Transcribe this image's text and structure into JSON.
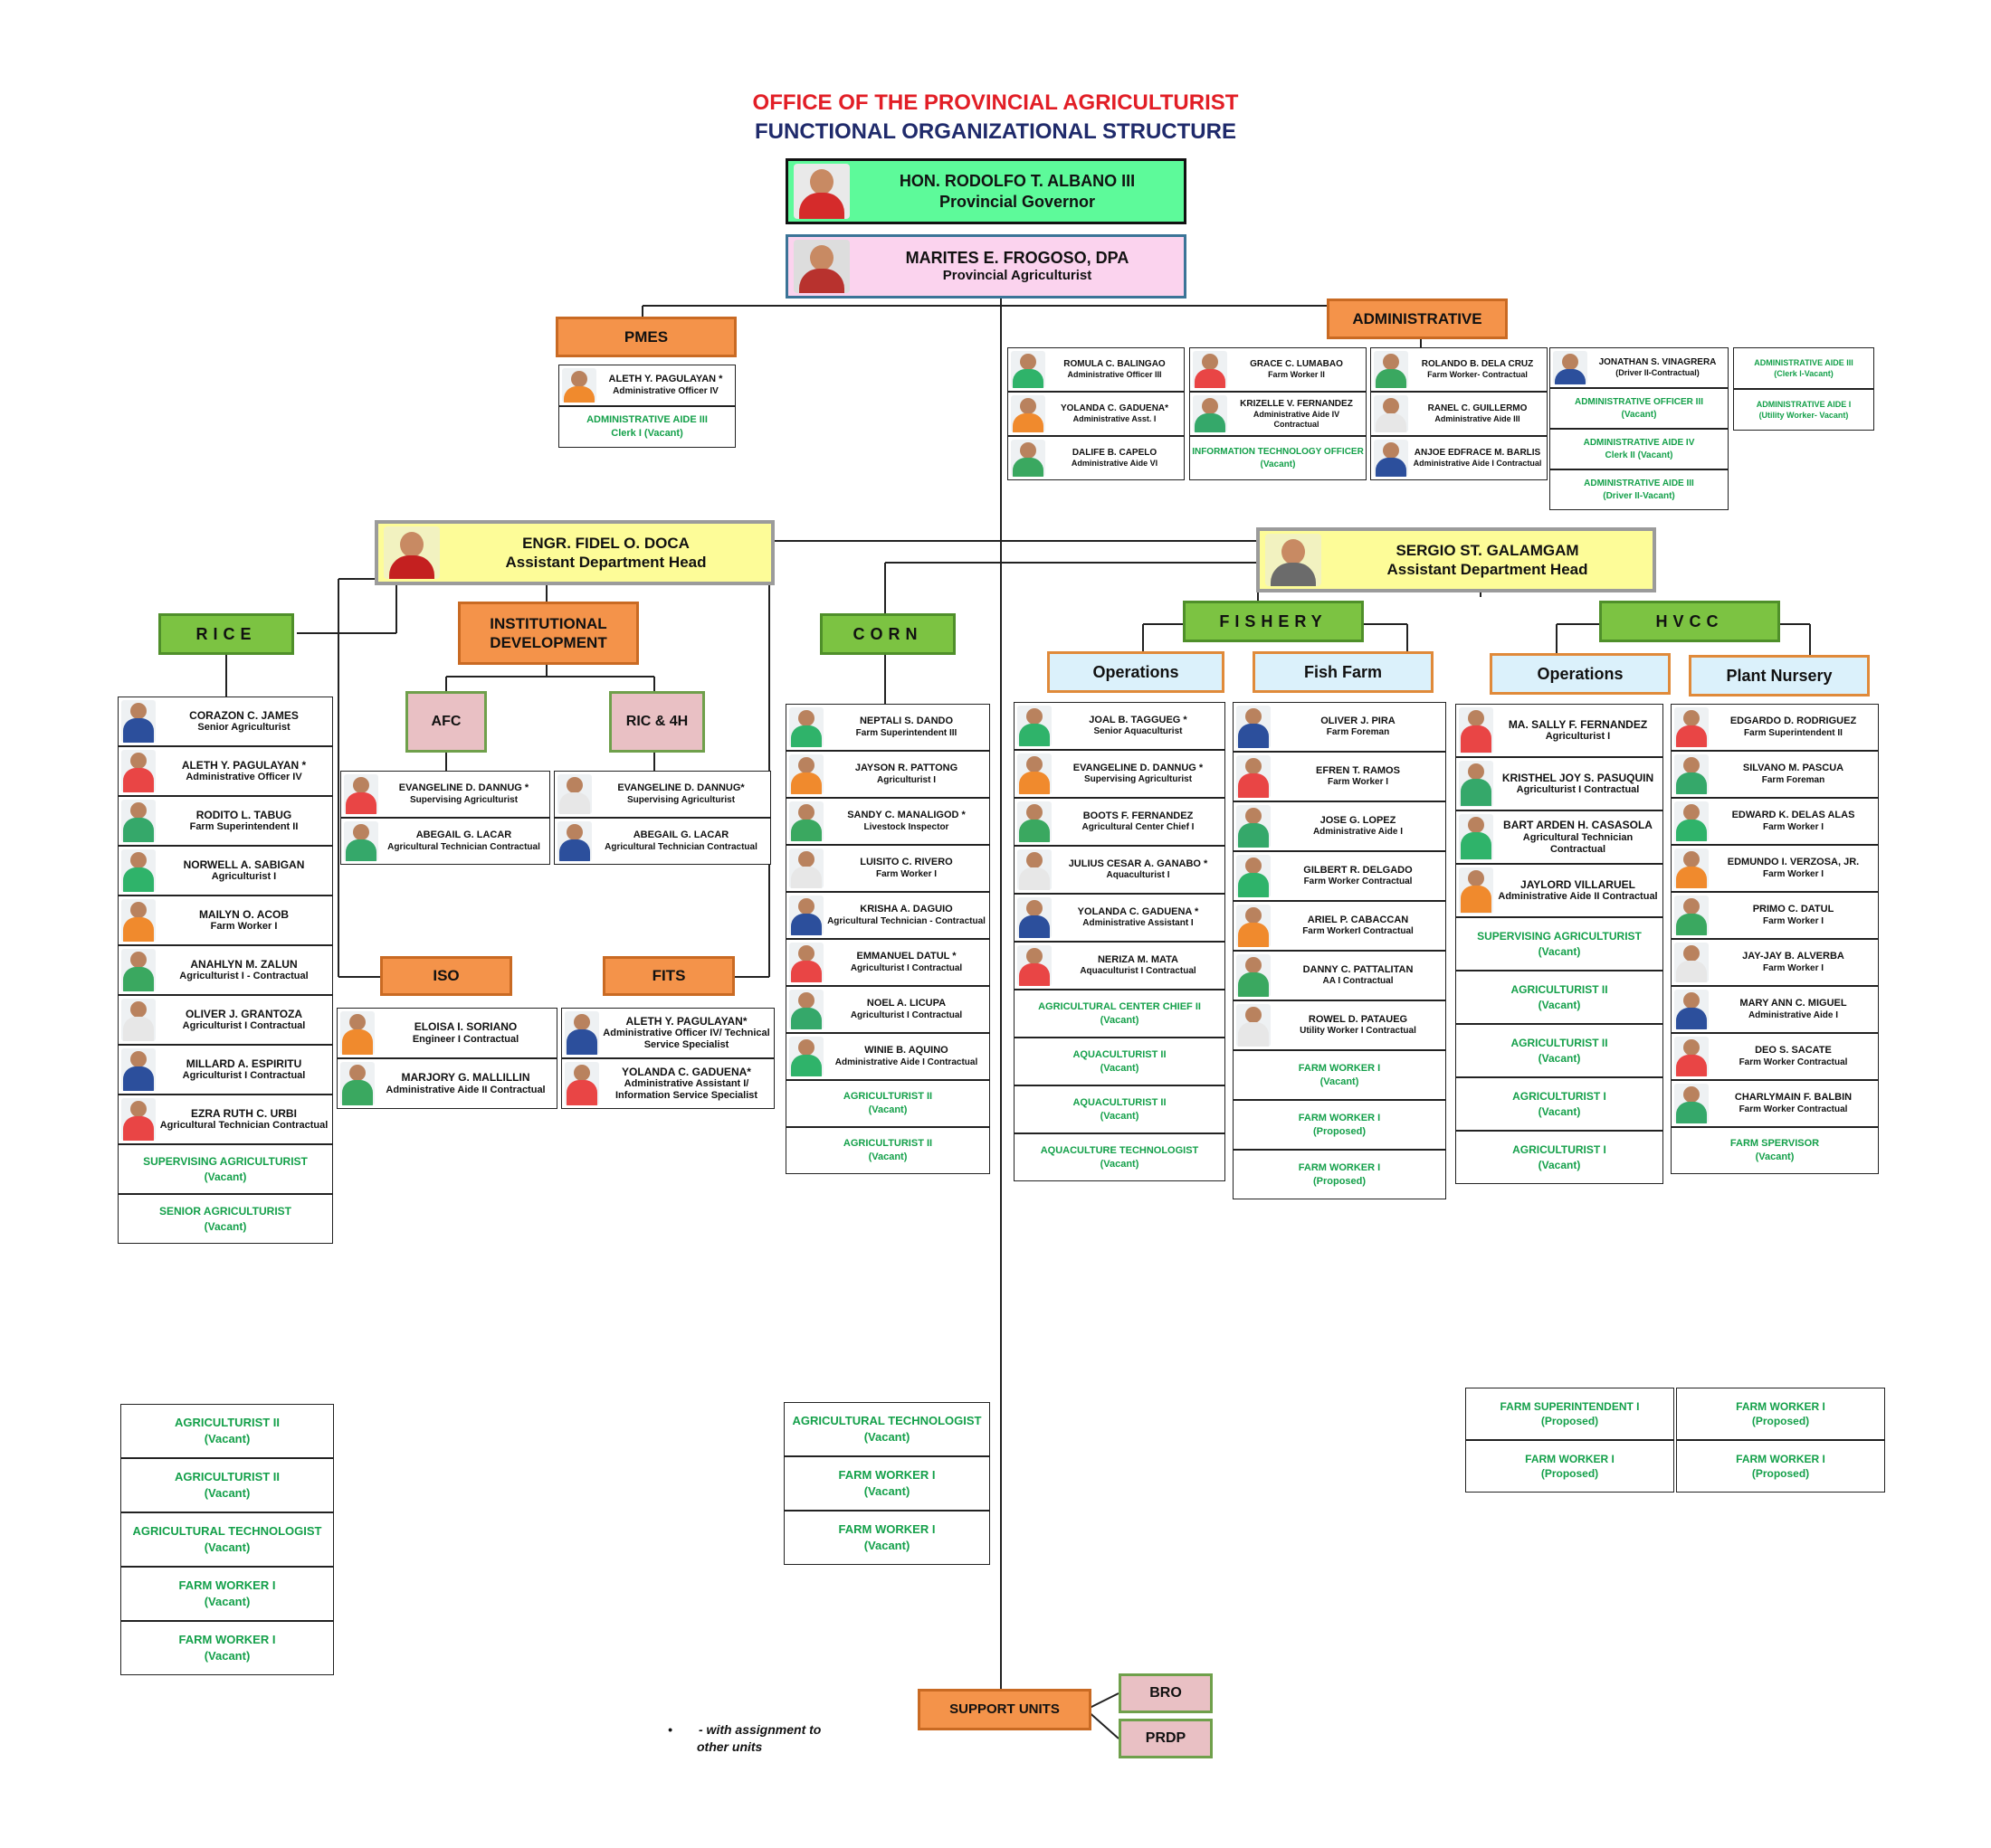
{
  "title": {
    "line1": "OFFICE OF THE PROVINCIAL AGRICULTURIST",
    "line2": "FUNCTIONAL ORGANIZATIONAL STRUCTURE"
  },
  "colors": {
    "orange": "#f4934a",
    "green": "#7cc342",
    "vacant_text": "#14a04a",
    "title_red": "#e21e26",
    "title_navy": "#1f2a6b",
    "yellow": "#fdfc98",
    "governor": "#5dfa9a",
    "agriculturist": "#fbd3ee",
    "light_blue": "#dbf1fb",
    "pink": "#e9c0c4"
  },
  "governor": {
    "name": "HON. RODOLFO T. ALBANO III",
    "position": "Provincial Governor"
  },
  "agriculturist": {
    "name": "MARITES E. FROGOSO, DPA",
    "position": "Provincial Agriculturist"
  },
  "heads": {
    "doca": {
      "name": "ENGR. FIDEL O. DOCA",
      "position": "Assistant Department Head"
    },
    "galamgam": {
      "name": "SERGIO ST. GALAMGAM",
      "position": "Assistant Department Head"
    }
  },
  "units": {
    "pmes": "PMES",
    "administrative": "ADMINISTRATIVE",
    "rice": "RICE",
    "instdev": "INSTITUTIONAL DEVELOPMENT",
    "afc": "AFC",
    "ric": "RIC & 4H",
    "iso": "ISO",
    "fits": "FITS",
    "corn": "CORN",
    "fishery": "FISHERY",
    "hvcc": "HVCC",
    "fish_ops": "Operations",
    "fish_farm": "Fish Farm",
    "hvcc_ops": "Operations",
    "plant_nursery": "Plant Nursery",
    "support": "SUPPORT UNITS",
    "bro": "BRO",
    "prdp": "PRDP"
  },
  "pmes": [
    {
      "n": "ALETH Y. PAGULAYAN *",
      "p": "Administrative Officer IV"
    },
    {
      "v": "ADMINISTRATIVE AIDE III",
      "s": "Clerk I (Vacant)"
    }
  ],
  "admin_cols": [
    [
      {
        "n": "ROMULA C. BALINGAO",
        "p": "Administrative Officer III"
      },
      {
        "n": "YOLANDA C. GADUENA*",
        "p": "Administrative Asst. I"
      },
      {
        "n": "DALIFE B. CAPELO",
        "p": "Administrative Aide VI"
      }
    ],
    [
      {
        "n": "GRACE C. LUMABAO",
        "p": "Farm Worker II"
      },
      {
        "n": "KRIZELLE V. FERNANDEZ",
        "p": "Administrative Aide IV Contractual"
      },
      {
        "v": "INFORMATION TECHNOLOGY OFFICER",
        "s": "(Vacant)"
      }
    ],
    [
      {
        "n": "ROLANDO B. DELA CRUZ",
        "p": "Farm Worker- Contractual"
      },
      {
        "n": "RANEL C. GUILLERMO",
        "p": "Administrative Aide III"
      },
      {
        "n": "ANJOE EDFRACE M. BARLIS",
        "p": "Administrative Aide I Contractual"
      }
    ],
    [
      {
        "n": "JONATHAN S. VINAGRERA",
        "p": "(Driver II-Contractual)"
      },
      {
        "v": "ADMINISTRATIVE OFFICER III",
        "s": "(Vacant)"
      },
      {
        "v": "ADMINISTRATIVE AIDE IV",
        "s": "Clerk II (Vacant)"
      },
      {
        "v": "ADMINISTRATIVE AIDE III",
        "s": "(Driver II-Vacant)"
      }
    ],
    [
      {
        "v": "ADMINISTRATIVE AIDE III",
        "s": "(Clerk I-Vacant)"
      },
      {
        "v": "ADMINISTRATIVE AIDE I",
        "s": "(Utility Worker- Vacant)"
      }
    ]
  ],
  "rice": [
    {
      "n": "CORAZON C. JAMES",
      "p": "Senior Agriculturist"
    },
    {
      "n": "ALETH Y. PAGULAYAN *",
      "p": "Administrative Officer IV"
    },
    {
      "n": "RODITO L. TABUG",
      "p": "Farm Superintendent II"
    },
    {
      "n": "NORWELL A. SABIGAN",
      "p": "Agriculturist I"
    },
    {
      "n": "MAILYN O. ACOB",
      "p": "Farm Worker I"
    },
    {
      "n": "ANAHLYN M. ZALUN",
      "p": "Agriculturist I - Contractual"
    },
    {
      "n": "OLIVER J. GRANTOZA",
      "p": "Agriculturist I Contractual"
    },
    {
      "n": "MILLARD A. ESPIRITU",
      "p": "Agriculturist I Contractual"
    },
    {
      "n": "EZRA RUTH C. URBI",
      "p": "Agricultural Technician Contractual"
    },
    {
      "v": "SUPERVISING AGRICULTURIST",
      "s": "(Vacant)"
    },
    {
      "v": "SENIOR AGRICULTURIST",
      "s": "(Vacant)"
    }
  ],
  "rice_bottom": [
    {
      "v": "AGRICULTURIST II",
      "s": "(Vacant)"
    },
    {
      "v": "AGRICULTURIST II",
      "s": "(Vacant)"
    },
    {
      "v": "AGRICULTURAL TECHNOLOGIST",
      "s": "(Vacant)"
    },
    {
      "v": "FARM WORKER I",
      "s": "(Vacant)"
    },
    {
      "v": "FARM WORKER I",
      "s": "(Vacant)"
    }
  ],
  "afc": [
    {
      "n": "EVANGELINE D. DANNUG *",
      "p": "Supervising Agriculturist"
    },
    {
      "n": "ABEGAIL G. LACAR",
      "p": "Agricultural Technician Contractual"
    }
  ],
  "ric": [
    {
      "n": "EVANGELINE D. DANNUG*",
      "p": "Supervising Agriculturist"
    },
    {
      "n": "ABEGAIL G. LACAR",
      "p": "Agricultural Technician Contractual"
    }
  ],
  "iso": [
    {
      "n": "ELOISA I. SORIANO",
      "p": "Engineer I Contractual"
    },
    {
      "n": "MARJORY G. MALLILLIN",
      "p": "Administrative Aide II Contractual"
    }
  ],
  "fits": [
    {
      "n": "ALETH Y. PAGULAYAN*",
      "p": "Administrative Officer IV/ Technical Service Specialist"
    },
    {
      "n": "YOLANDA C. GADUENA*",
      "p": "Administrative Assistant I/ Information Service Specialist"
    }
  ],
  "corn": [
    {
      "n": "NEPTALI S. DANDO",
      "p": "Farm Superintendent III"
    },
    {
      "n": "JAYSON R. PATTONG",
      "p": "Agriculturist I"
    },
    {
      "n": "SANDY C. MANALIGOD *",
      "p": "Livestock Inspector"
    },
    {
      "n": "LUISITO C. RIVERO",
      "p": "Farm Worker I"
    },
    {
      "n": "KRISHA A. DAGUIO",
      "p": "Agricultural Technician - Contractual"
    },
    {
      "n": "EMMANUEL DATUL *",
      "p": "Agriculturist I Contractual"
    },
    {
      "n": "NOEL A. LICUPA",
      "p": "Agriculturist I Contractual"
    },
    {
      "n": "WINIE B. AQUINO",
      "p": "Administrative Aide I Contractual"
    },
    {
      "v": "AGRICULTURIST II",
      "s": "(Vacant)"
    },
    {
      "v": "AGRICULTURIST II",
      "s": "(Vacant)"
    }
  ],
  "corn_bottom": [
    {
      "v": "AGRICULTURAL TECHNOLOGIST",
      "s": "(Vacant)"
    },
    {
      "v": "FARM WORKER I",
      "s": "(Vacant)"
    },
    {
      "v": "FARM WORKER I",
      "s": "(Vacant)"
    }
  ],
  "fish_ops": [
    {
      "n": "JOAL B. TAGGUEG *",
      "p": "Senior Aquaculturist"
    },
    {
      "n": "EVANGELINE D. DANNUG *",
      "p": "Supervising Agriculturist"
    },
    {
      "n": "BOOTS F. FERNANDEZ",
      "p": "Agricultural Center Chief I"
    },
    {
      "n": "JULIUS CESAR A. GANABO *",
      "p": "Aquaculturist I"
    },
    {
      "n": "YOLANDA C. GADUENA *",
      "p": "Administrative Assistant I"
    },
    {
      "n": "NERIZA M. MATA",
      "p": "Aquaculturist I Contractual"
    },
    {
      "v": "AGRICULTURAL CENTER CHIEF II",
      "s": "(Vacant)"
    },
    {
      "v": "AQUACULTURIST II",
      "s": "(Vacant)"
    },
    {
      "v": "AQUACULTURIST II",
      "s": "(Vacant)"
    },
    {
      "v": "AQUACULTURE TECHNOLOGIST",
      "s": "(Vacant)"
    }
  ],
  "fish_farm": [
    {
      "n": "OLIVER J. PIRA",
      "p": "Farm Foreman"
    },
    {
      "n": "EFREN T. RAMOS",
      "p": "Farm Worker I"
    },
    {
      "n": "JOSE G. LOPEZ",
      "p": "Administrative Aide I"
    },
    {
      "n": "GILBERT R. DELGADO",
      "p": "Farm Worker Contractual"
    },
    {
      "n": "ARIEL P. CABACCAN",
      "p": "Farm WorkerI Contractual"
    },
    {
      "n": "DANNY C. PATTALITAN",
      "p": "AA I Contractual"
    },
    {
      "n": "ROWEL D. PATAUEG",
      "p": "Utility Worker I Contractual"
    },
    {
      "v": "FARM WORKER I",
      "s": "(Vacant)"
    },
    {
      "v": "FARM WORKER I",
      "s": "(Proposed)"
    },
    {
      "v": "FARM WORKER I",
      "s": "(Proposed)"
    }
  ],
  "hvcc_ops": [
    {
      "n": "MA. SALLY F. FERNANDEZ",
      "p": "Agriculturist I"
    },
    {
      "n": "KRISTHEL JOY S. PASUQUIN",
      "p": "Agriculturist I Contractual"
    },
    {
      "n": "BART ARDEN H. CASASOLA",
      "p": "Agricultural Technician Contractual"
    },
    {
      "n": "JAYLORD VILLARUEL",
      "p": "Administrative Aide II Contractual"
    },
    {
      "v": "SUPERVISING AGRICULTURIST",
      "s": "(Vacant)"
    },
    {
      "v": "AGRICULTURIST II",
      "s": "(Vacant)"
    },
    {
      "v": "AGRICULTURIST II",
      "s": "(Vacant)"
    },
    {
      "v": "AGRICULTURIST I",
      "s": "(Vacant)"
    },
    {
      "v": "AGRICULTURIST I",
      "s": "(Vacant)"
    }
  ],
  "plant_nursery": [
    {
      "n": "EDGARDO D. RODRIGUEZ",
      "p": "Farm Superintendent II"
    },
    {
      "n": "SILVANO M. PASCUA",
      "p": "Farm Foreman"
    },
    {
      "n": "EDWARD K. DELAS ALAS",
      "p": "Farm Worker I"
    },
    {
      "n": "EDMUNDO I. VERZOSA, JR.",
      "p": "Farm Worker I"
    },
    {
      "n": "PRIMO C. DATUL",
      "p": "Farm Worker I"
    },
    {
      "n": "JAY-JAY B. ALVERBA",
      "p": "Farm Worker I"
    },
    {
      "n": "MARY ANN C. MIGUEL",
      "p": "Administrative Aide I"
    },
    {
      "n": "DEO S. SACATE",
      "p": "Farm Worker Contractual"
    },
    {
      "n": "CHARLYMAIN F. BALBIN",
      "p": "Farm Worker Contractual"
    },
    {
      "v": "FARM SPERVISOR",
      "s": "(Vacant)"
    }
  ],
  "hvcc_bottom": [
    {
      "v": "FARM SUPERINTENDENT I",
      "s": "(Proposed)"
    },
    {
      "v": "FARM WORKER I",
      "s": "(Proposed)"
    },
    {
      "v": "FARM WORKER I",
      "s": "(Proposed)"
    },
    {
      "v": "FARM WORKER I",
      "s": "(Proposed)"
    }
  ],
  "note": {
    "bullet": "•",
    "line1": "- with assignment to",
    "line2": "other units"
  }
}
